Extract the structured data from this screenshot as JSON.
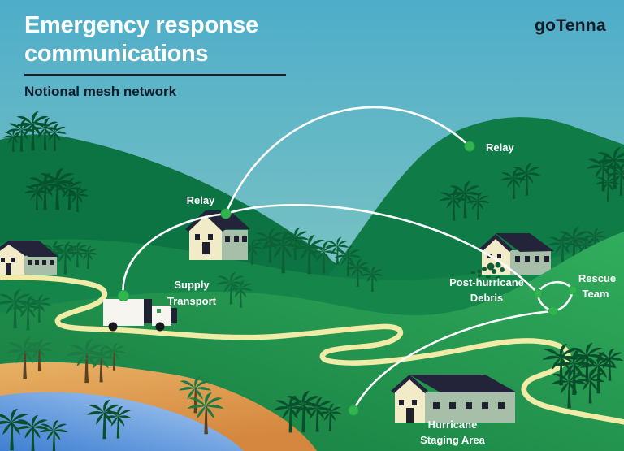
{
  "header": {
    "title_line1": "Emergency response",
    "title_line2": "communications",
    "subtitle": "Notional mesh network"
  },
  "brand": {
    "logo_text": "goTenna"
  },
  "mesh": {
    "nodes": [
      {
        "id": "relay-north",
        "label": "Relay"
      },
      {
        "id": "relay-central",
        "label": "Relay"
      },
      {
        "id": "supply-transport",
        "label": [
          "Supply",
          "Transport"
        ]
      },
      {
        "id": "post-hurricane-debris",
        "label": [
          "Post-hurricane",
          "Debris"
        ]
      },
      {
        "id": "rescue-team",
        "label": [
          "Rescue",
          "Team"
        ]
      },
      {
        "id": "hurricane-staging-area",
        "label": [
          "Hurricane",
          "Staging Area"
        ]
      }
    ],
    "links": [
      [
        "supply-transport",
        "relay-central"
      ],
      [
        "relay-central",
        "relay-north"
      ],
      [
        "relay-central",
        "rescue-team"
      ],
      [
        "rescue-team",
        "rescue-team"
      ],
      [
        "hurricane-staging-area",
        "rescue-team"
      ]
    ]
  },
  "colors": {
    "node_green": "#30b64f",
    "link_white": "#ffffff",
    "sky_top": "#4eadc9",
    "sky_horizon": "#96d1bd",
    "road": "#f0eca8",
    "title_text": "#ffffff",
    "subtitle_text": "#0c1c2a"
  }
}
